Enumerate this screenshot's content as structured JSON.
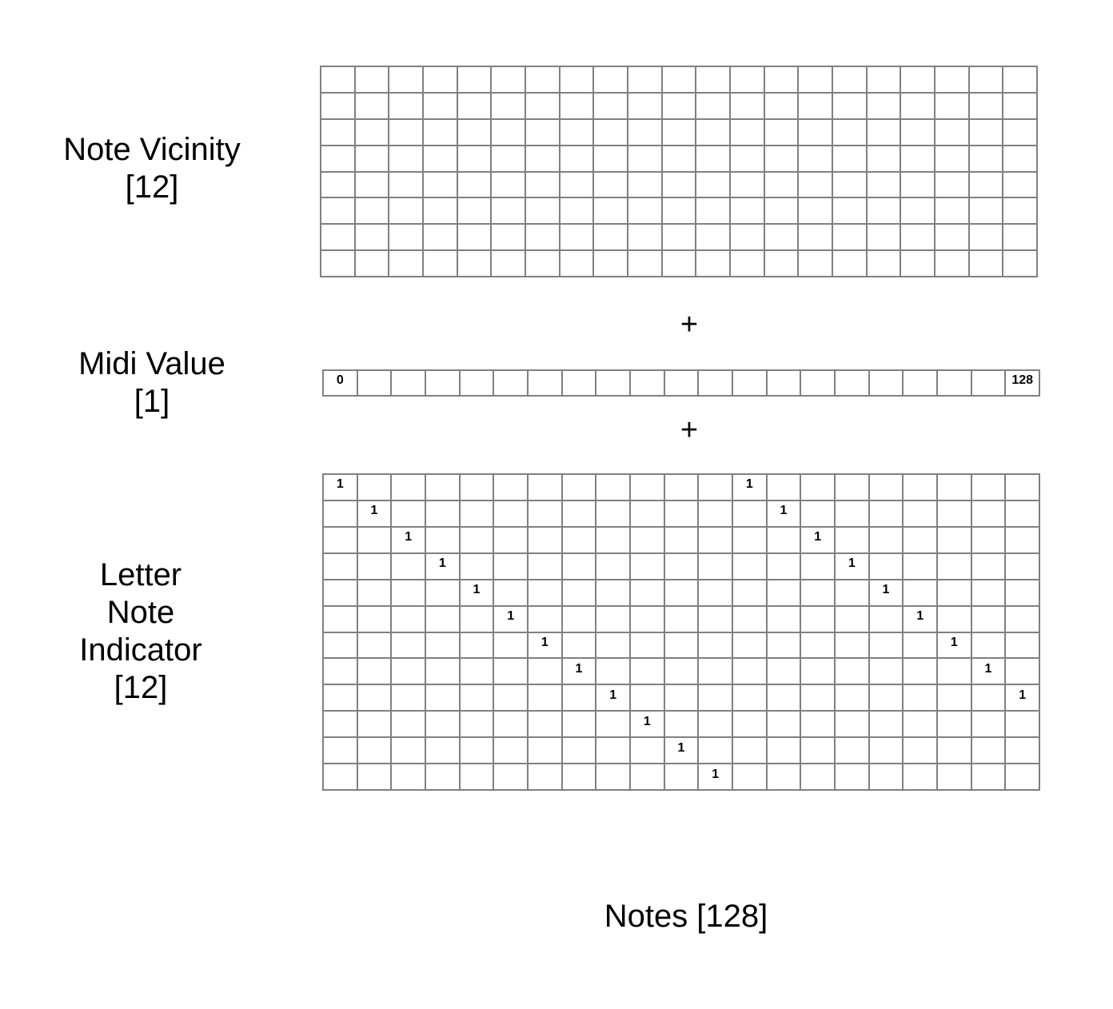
{
  "labels": {
    "note_vicinity": "Note Vicinity\n[12]",
    "midi_value": "Midi Value\n[1]",
    "letter_note_indicator": "Letter\nNote\nIndicator\n[12]",
    "notes": "Notes [128]"
  },
  "operators": {
    "plus_1": "+",
    "plus_2": "+"
  },
  "vicinity_grid": {
    "columns": 21,
    "rows": 8
  },
  "midi_grid": {
    "columns": 21,
    "first_cell": "0",
    "last_cell": "128"
  },
  "letter_grid": {
    "columns": 21,
    "rows": 12,
    "cell_value": "1",
    "marks": [
      [
        0,
        0
      ],
      [
        12,
        0
      ],
      [
        1,
        1
      ],
      [
        13,
        1
      ],
      [
        2,
        2
      ],
      [
        14,
        2
      ],
      [
        3,
        3
      ],
      [
        15,
        3
      ],
      [
        4,
        4
      ],
      [
        16,
        4
      ],
      [
        5,
        5
      ],
      [
        17,
        5
      ],
      [
        6,
        6
      ],
      [
        18,
        6
      ],
      [
        7,
        7
      ],
      [
        19,
        7
      ],
      [
        8,
        8
      ],
      [
        20,
        8
      ],
      [
        9,
        9
      ],
      [
        10,
        10
      ],
      [
        11,
        11
      ]
    ]
  }
}
